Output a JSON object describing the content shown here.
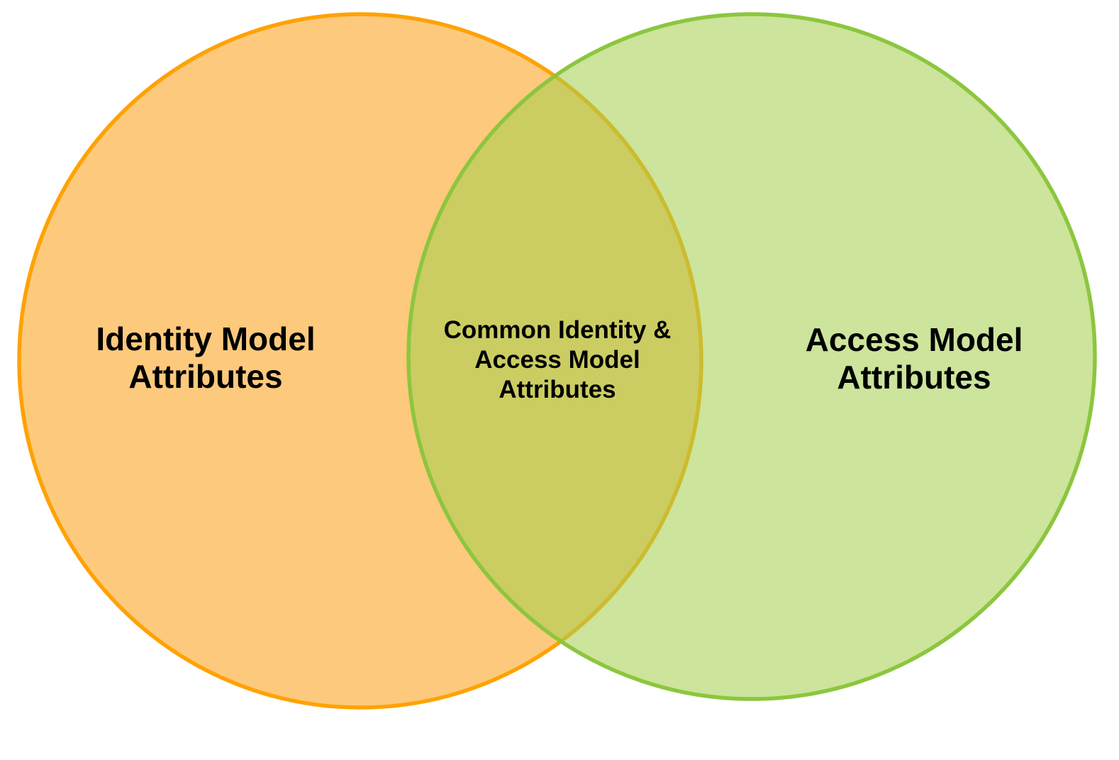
{
  "diagram": {
    "type": "venn-two-circles",
    "left_circle": {
      "label_line1": "Identity Model",
      "label_line2": "Attributes"
    },
    "right_circle": {
      "label_line1": "Access Model",
      "label_line2": "Attributes"
    },
    "overlap": {
      "label_line1": "Common Identity &",
      "label_line2": "Access Model",
      "label_line3": "Attributes"
    },
    "colors": {
      "background": "#FFFFFF",
      "left_fill": "#FDC97C",
      "left_border": "#FFA202",
      "right_fill_observed": "#CCE49C",
      "right_fill_base": "#A5CF50",
      "right_border": "#8CC63E",
      "overlap_fill_observed": "#CBCC5E",
      "text": "#000000"
    }
  }
}
